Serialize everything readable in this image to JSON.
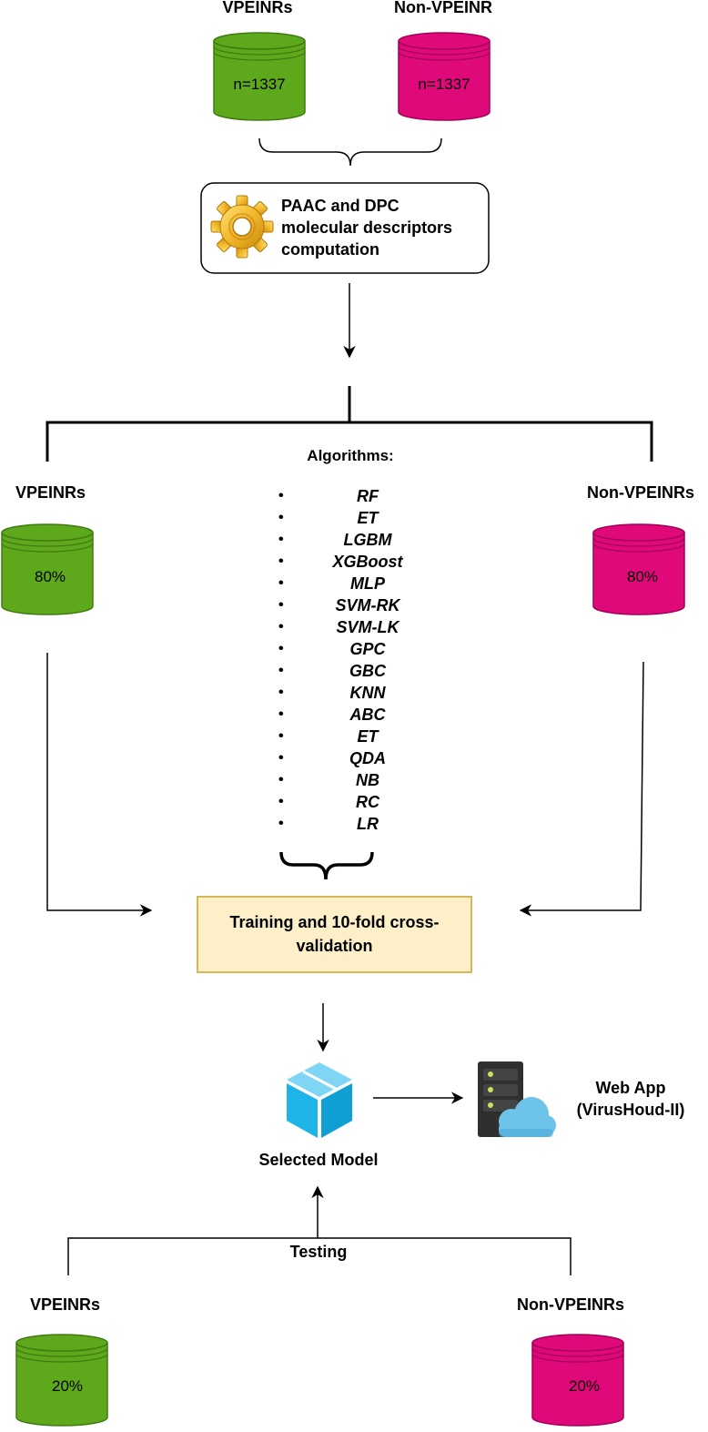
{
  "top": {
    "left_title": "VPEINRs",
    "right_title": "Non-VPEINR",
    "left_count": "n=1337",
    "right_count": "n=1337"
  },
  "descriptor_box": {
    "line1": "PAAC and DPC",
    "line2": "molecular descriptors",
    "line3": "computation"
  },
  "training": {
    "left_title": "VPEINRs",
    "right_title": "Non-VPEINRs",
    "left_pct": "80%",
    "right_pct": "80%"
  },
  "algorithms": {
    "title": "Algorithms:",
    "items": [
      "RF",
      "ET",
      "LGBM",
      "XGBoost",
      "MLP",
      "SVM-RK",
      "SVM-LK",
      "GPC",
      "GBC",
      "KNN",
      "ABC",
      "ET",
      "QDA",
      "NB",
      "RC",
      "LR"
    ]
  },
  "cv_box": {
    "line1": "Training and 10-fold cross-",
    "line2": "validation"
  },
  "model": {
    "label": "Selected Model"
  },
  "webapp": {
    "line1": "Web App",
    "line2": "(VirusHoud-II)"
  },
  "testing": {
    "label": "Testing",
    "left_title": "VPEINRs",
    "right_title": "Non-VPEINRs",
    "left_pct": "20%",
    "right_pct": "20%"
  },
  "colors": {
    "green": "#5ea81c",
    "green_dark": "#3f7a10",
    "magenta": "#e0097a",
    "magenta_dark": "#a10057",
    "cv_fill": "#fdf0c8",
    "cv_border": "#d6b656",
    "cube": "#1eb4e8"
  },
  "icons": {
    "gear": "gear-icon",
    "cube": "cube-icon",
    "server": "server-cloud-icon"
  }
}
